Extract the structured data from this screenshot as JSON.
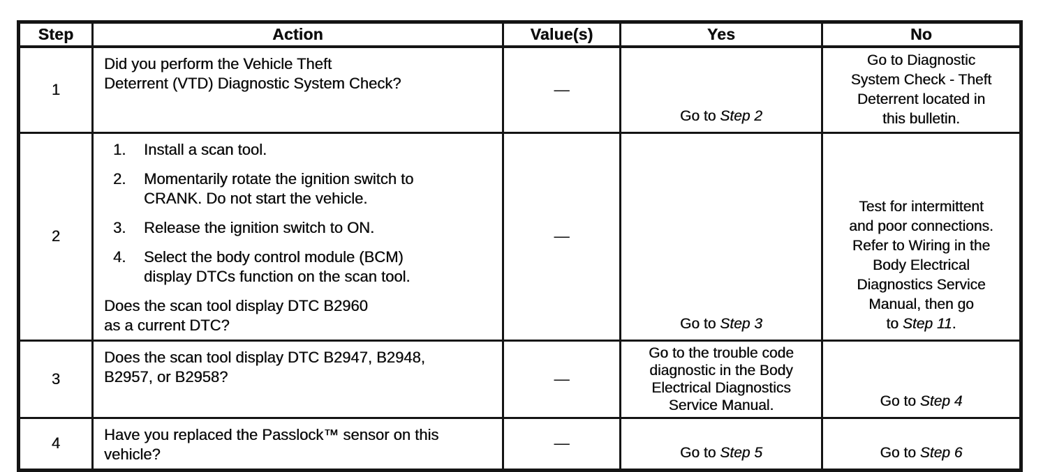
{
  "table": {
    "headers": {
      "step": "Step",
      "action": "Action",
      "values": "Value(s)",
      "yes": "Yes",
      "no": "No"
    },
    "rows": [
      {
        "step": "1",
        "action": "Did you perform the Vehicle Theft\nDeterrent (VTD) Diagnostic System Check?",
        "value": "—",
        "yes": {
          "pre": "Go to ",
          "step_ref": "Step 2",
          "post": ""
        },
        "no": {
          "pre": "Go to Diagnostic\nSystem Check - Theft\nDeterrent located in\nthis bulletin.",
          "step_ref": "",
          "post": ""
        }
      },
      {
        "step": "2",
        "action_list": [
          {
            "num": "1.",
            "text": "Install a scan tool."
          },
          {
            "num": "2.",
            "text": "Momentarily rotate the ignition switch to\nCRANK. Do not start the vehicle."
          },
          {
            "num": "3.",
            "text": "Release the ignition switch to ON."
          },
          {
            "num": "4.",
            "text": "Select the body control module (BCM)\ndisplay DTCs function on the scan tool."
          }
        ],
        "action_question": "Does the scan tool display DTC B2960\nas a current DTC?",
        "value": "—",
        "yes": {
          "pre": "Go to ",
          "step_ref": "Step 3",
          "post": ""
        },
        "no": {
          "pre": "Test for intermittent\nand poor connections.\nRefer to Wiring in the\nBody Electrical\nDiagnostics Service\nManual, then go\nto ",
          "step_ref": "Step 11",
          "post": "."
        }
      },
      {
        "step": "3",
        "action": "Does the scan tool display DTC B2947, B2948,\nB2957, or B2958?",
        "value": "—",
        "yes": {
          "pre": "Go to the trouble code\ndiagnostic in the Body\nElectrical Diagnostics\nService Manual.",
          "step_ref": "",
          "post": ""
        },
        "no": {
          "pre": "Go to ",
          "step_ref": "Step 4",
          "post": ""
        }
      },
      {
        "step": "4",
        "action": "Have you replaced the Passlock™ sensor on this\nvehicle?",
        "value": "—",
        "yes": {
          "pre": "Go to ",
          "step_ref": "Step 5",
          "post": ""
        },
        "no": {
          "pre": "Go to ",
          "step_ref": "Step 6",
          "post": ""
        }
      }
    ]
  }
}
